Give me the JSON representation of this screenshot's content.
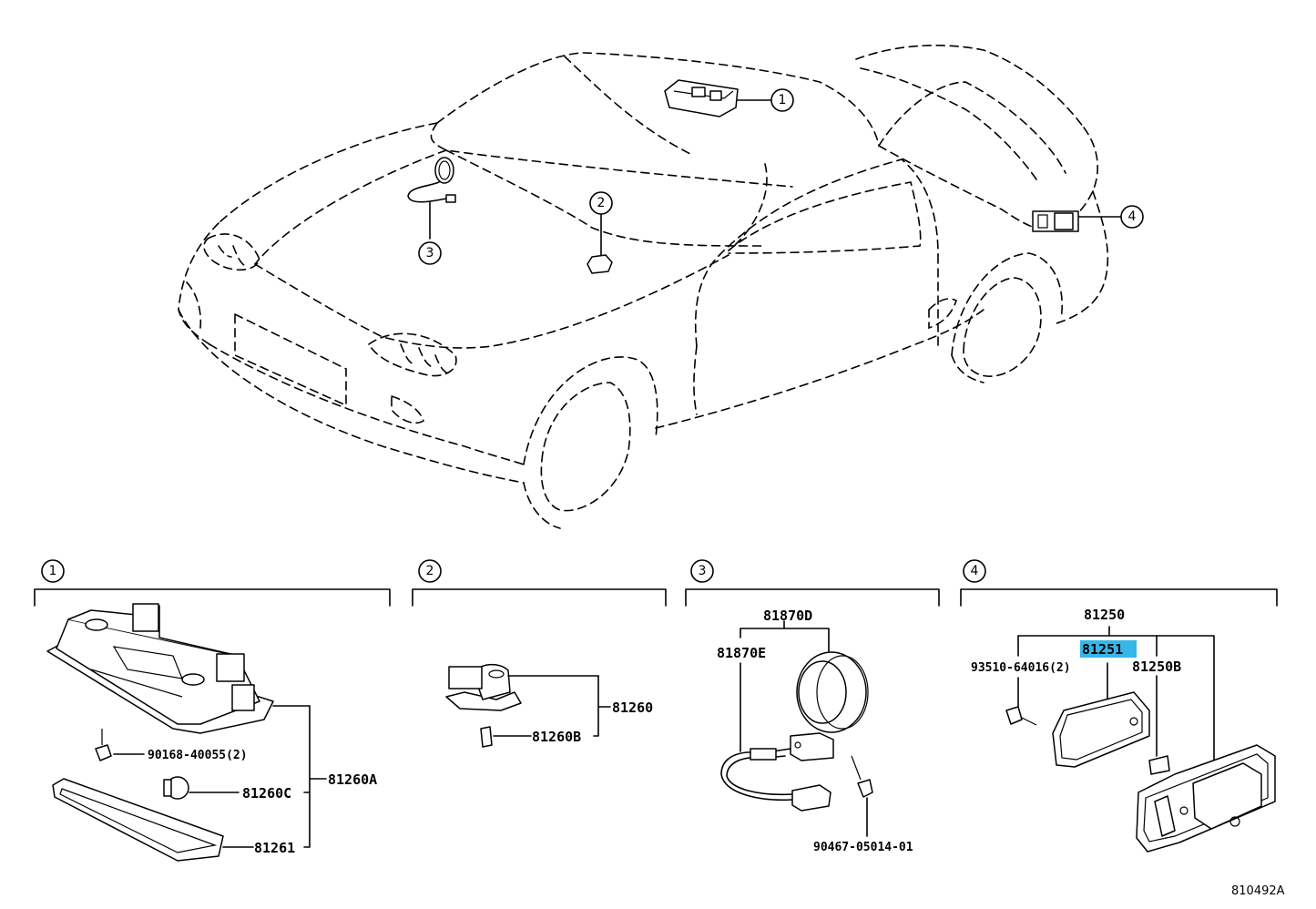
{
  "callouts": [
    "1",
    "2",
    "3",
    "4"
  ],
  "sections": [
    {
      "number": "1",
      "parts": [
        "90168-40055(2)",
        "81260C",
        "81260A",
        "81261"
      ]
    },
    {
      "number": "2",
      "parts": [
        "81260",
        "81260B"
      ]
    },
    {
      "number": "3",
      "parts": [
        "81870D",
        "81870E",
        "90467-05014-01"
      ]
    },
    {
      "number": "4",
      "parts": [
        "81250",
        "81251",
        "93510-64016(2)",
        "81250B"
      ]
    }
  ],
  "highlighted_part": "81251",
  "highlight_color": "#35b7e8",
  "diagram_id": "810492A"
}
